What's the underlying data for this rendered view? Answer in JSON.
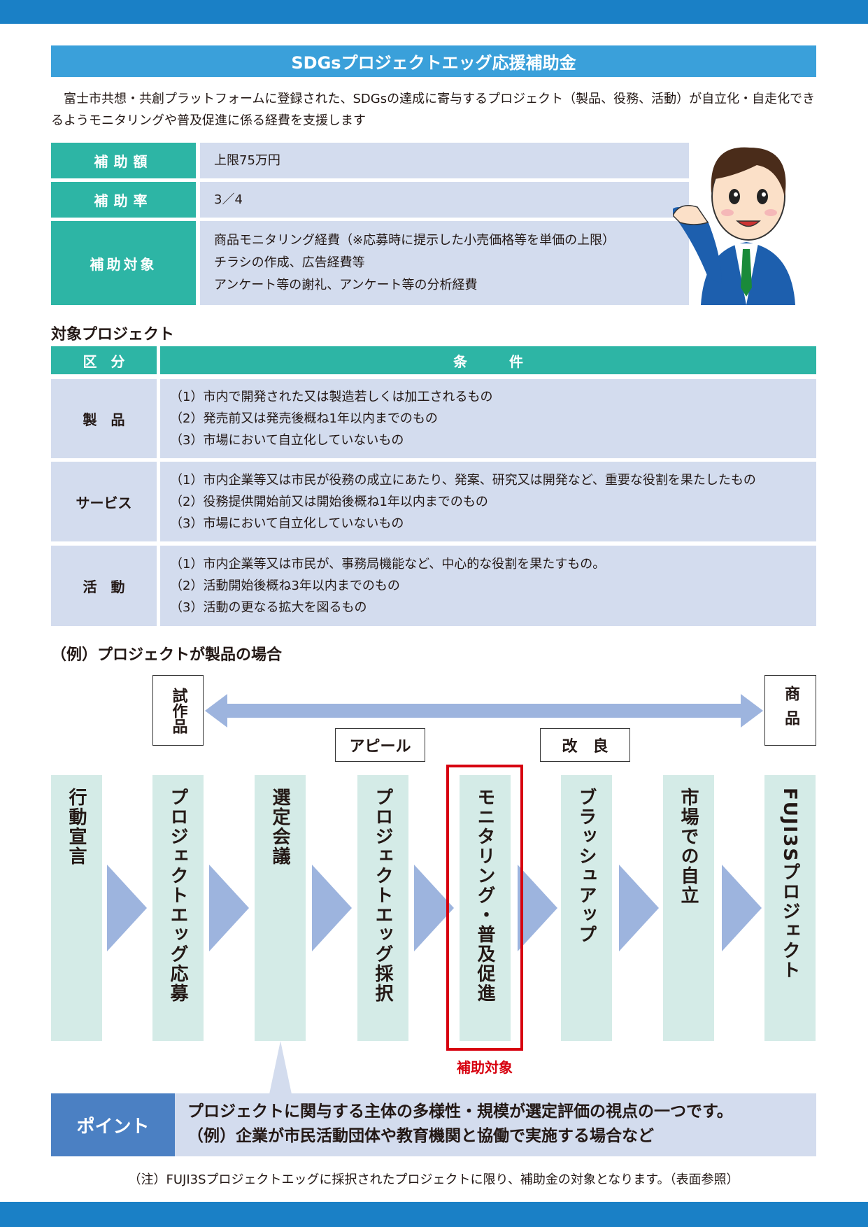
{
  "title": "SDGsプロジェクトエッグ応援補助金",
  "intro": "富士市共想・共創プラットフォームに登録された、SDGsの達成に寄与するプロジェクト（製品、役務、活動）が自立化・自走化できるようモニタリングや普及促進に係る経費を支援します",
  "summary": [
    {
      "label": "補助額",
      "lines": [
        "上限75万円"
      ]
    },
    {
      "label": "補助率",
      "lines": [
        "3／4"
      ]
    },
    {
      "label": "補助対象",
      "lines": [
        "商品モニタリング経費（※応募時に提示した小売価格等を単価の上限）",
        "チラシの作成、広告経費等",
        "アンケート等の謝礼、アンケート等の分析経費"
      ]
    }
  ],
  "projects": {
    "heading": "対象プロジェクト",
    "headers": [
      "区　分",
      "条　　　件"
    ],
    "rows": [
      {
        "category": "製　品",
        "conditions": [
          "（1）市内で開発された又は製造若しくは加工されるもの",
          "（2）発売前又は発売後概ね1年以内までのもの",
          "（3）市場において自立化していないもの"
        ]
      },
      {
        "category": "サービス",
        "conditions": [
          "（1）市内企業等又は市民が役務の成立にあたり、発案、研究又は開発など、重要な役割を果たしたもの",
          "（2）役務提供開始前又は開始後概ね1年以内までのもの",
          "（3）市場において自立化していないもの"
        ]
      },
      {
        "category": "活　動",
        "conditions": [
          "（1）市内企業等又は市民が、事務局機能など、中心的な役割を果たすもの。",
          "（2）活動開始後概ね3年以内までのもの",
          "（3）活動の更なる拡大を図るもの"
        ]
      }
    ]
  },
  "example": {
    "heading": "（例）プロジェクトが製品の場合",
    "start_label": "試作品",
    "end_label": "商品",
    "appeal_label": "アピール",
    "improve_label": "改　良",
    "steps": [
      "行動宣言",
      "プロジェクトエッグ応募",
      "選定会議",
      "プロジェクトエッグ採択",
      "モニタリング・普及促進",
      "ブラッシュアップ",
      "市場での自立",
      "FUJI3Sプロジェクト"
    ],
    "highlight_label": "補助対象"
  },
  "point": {
    "label": "ポイント",
    "lines": [
      "プロジェクトに関与する主体の多様性・規模が選定評価の視点の一つです。",
      "（例）企業が市民活動団体や教育機関と協働で実施する場合など"
    ]
  },
  "note": "（注）FUJI3Sプロジェクトエッグに採択されたプロジェクトに限り、補助金の対象となります。（表面参照）",
  "colors": {
    "top_bar": "#1a80c6",
    "title": "#3aa0da",
    "teal": "#2db5a5",
    "cell": "#d3dcee",
    "step": "#d4ebe7",
    "arrow": "#9db4de",
    "highlight": "#d7000f",
    "point": "#4b80c3"
  }
}
